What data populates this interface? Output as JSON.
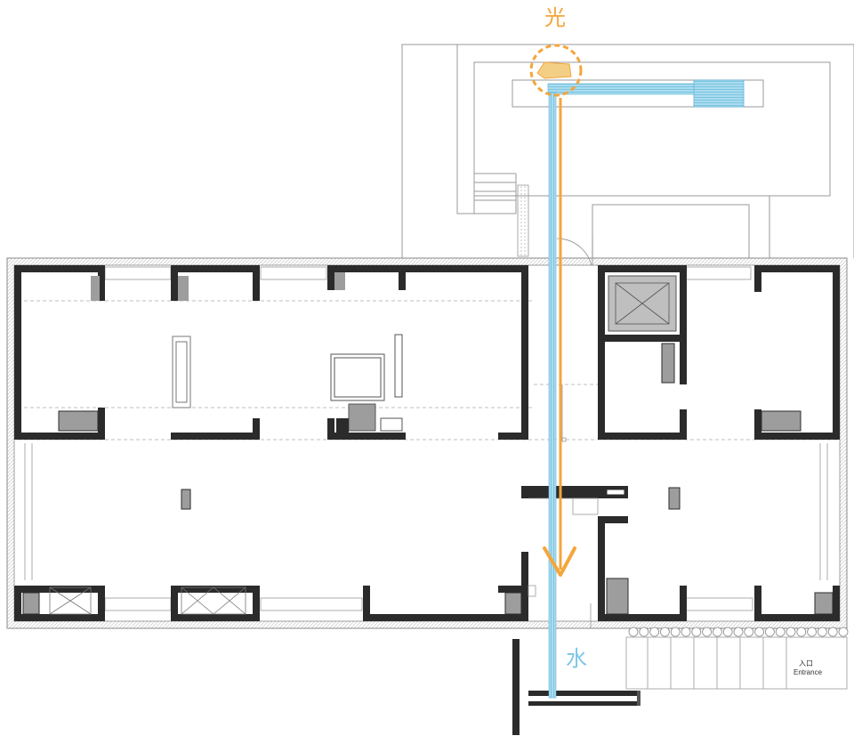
{
  "labels": {
    "light": "光",
    "water": "水",
    "entrance_cn": "入口",
    "entrance_en": "Entrance"
  },
  "colors": {
    "light": "#f5a53a",
    "water": "#7cc6e6",
    "wall": "#2b2b2b",
    "column": "#9d9d9d",
    "line": "#999999"
  }
}
